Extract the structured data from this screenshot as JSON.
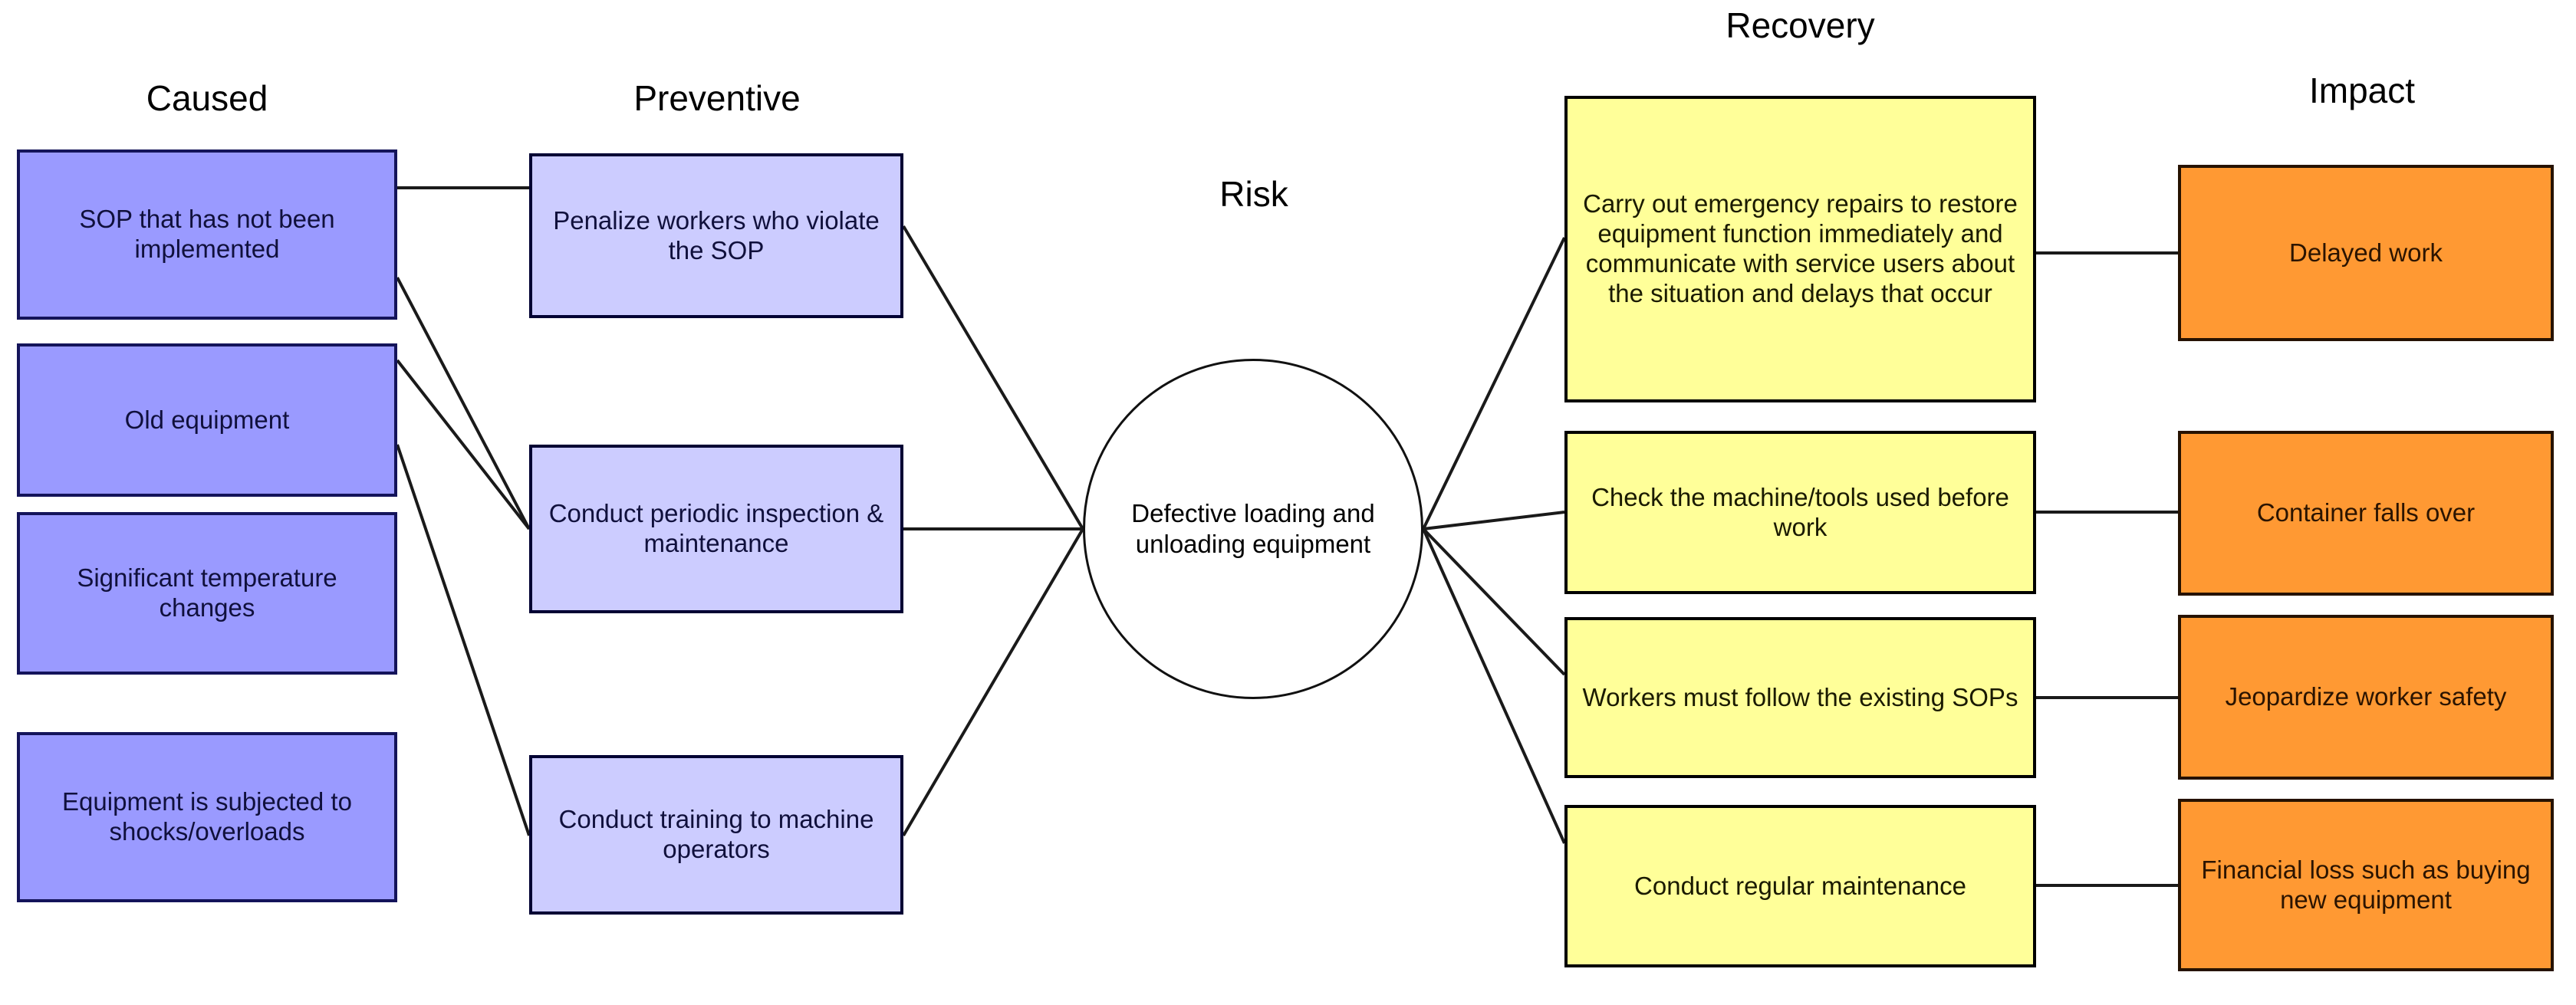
{
  "diagram": {
    "type": "bowtie-risk-diagram",
    "column_titles": {
      "caused": "Caused",
      "preventive": "Preventive",
      "risk": "Risk",
      "recovery": "Recovery",
      "impact": "Impact"
    },
    "risk": {
      "label": "Defective loading and unloading equipment"
    },
    "causes": [
      {
        "id": "c1",
        "label": "SOP that has not been implemented"
      },
      {
        "id": "c2",
        "label": "Old equipment"
      },
      {
        "id": "c3",
        "label": "Significant temperature changes"
      },
      {
        "id": "c4",
        "label": "Equipment is subjected to shocks/overloads"
      }
    ],
    "preventives": [
      {
        "id": "p1",
        "label": "Penalize workers who violate the SOP"
      },
      {
        "id": "p2",
        "label": "Conduct periodic inspection & maintenance"
      },
      {
        "id": "p3",
        "label": "Conduct training to machine operators"
      }
    ],
    "recoveries": [
      {
        "id": "r1",
        "label": "Carry out emergency repairs to restore equipment function immediately and communicate with service users about the situation and delays that occur"
      },
      {
        "id": "r2",
        "label": "Check the machine/tools used before work"
      },
      {
        "id": "r3",
        "label": "Workers must follow the existing SOPs"
      },
      {
        "id": "r4",
        "label": "Conduct regular maintenance"
      }
    ],
    "impacts": [
      {
        "id": "i1",
        "label": "Delayed work"
      },
      {
        "id": "i2",
        "label": "Container falls over"
      },
      {
        "id": "i3",
        "label": "Jeopardize worker safety"
      },
      {
        "id": "i4",
        "label": "Financial loss such as buying new equipment"
      }
    ],
    "links": [
      {
        "from": "c1",
        "to": "p1"
      },
      {
        "from": "c2",
        "to": "p2"
      },
      {
        "from": "c3",
        "to": "p2"
      },
      {
        "from": "c4",
        "to": "p3"
      },
      {
        "from": "p1",
        "to": "risk"
      },
      {
        "from": "p2",
        "to": "risk"
      },
      {
        "from": "p3",
        "to": "risk"
      },
      {
        "from": "risk",
        "to": "r1"
      },
      {
        "from": "risk",
        "to": "r2"
      },
      {
        "from": "risk",
        "to": "r3"
      },
      {
        "from": "risk",
        "to": "r4"
      },
      {
        "from": "r1",
        "to": "i1"
      },
      {
        "from": "r2",
        "to": "i2"
      },
      {
        "from": "r3",
        "to": "i3"
      },
      {
        "from": "r4",
        "to": "i4"
      }
    ],
    "colors": {
      "cause_fill": "#9a9aff",
      "preventive_fill": "#ccccff",
      "recovery_fill": "#ffff99",
      "impact_fill": "#ff9933",
      "stroke": "#000000",
      "background": "#ffffff"
    }
  }
}
